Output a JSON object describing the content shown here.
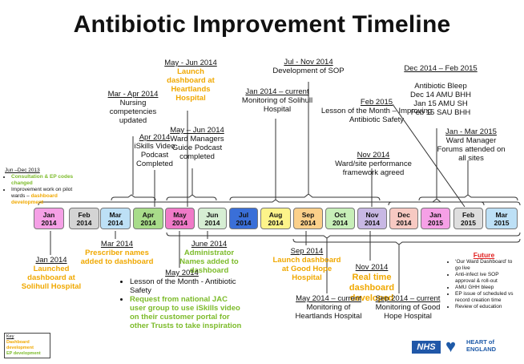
{
  "title": "Antibiotic Improvement Timeline",
  "months": [
    {
      "label": "Jan\n2014",
      "color": "#f5a0e6"
    },
    {
      "label": "Feb\n2014",
      "color": "#d4d4d4"
    },
    {
      "label": "Mar\n2014",
      "color": "#bde0f6"
    },
    {
      "label": "Apr\n2014",
      "color": "#a8dc8a"
    },
    {
      "label": "May\n2014",
      "color": "#f07ac8"
    },
    {
      "label": "Jun\n2014",
      "color": "#d6eed3"
    },
    {
      "label": "Jul\n2014",
      "color": "#3a6fd8"
    },
    {
      "label": "Aug\n2014",
      "color": "#fdf48a"
    },
    {
      "label": "Sep\n2014",
      "color": "#fbd08a"
    },
    {
      "label": "Oct\n2014",
      "color": "#c7efb8"
    },
    {
      "label": "Nov\n2014",
      "color": "#c8b8e4"
    },
    {
      "label": "Dec\n2014",
      "color": "#f7c9c2"
    },
    {
      "label": "Jan\n2015",
      "color": "#f5a0e6"
    },
    {
      "label": "Feb\n2015",
      "color": "#dedede"
    },
    {
      "label": "Mar\n2015",
      "color": "#bde0f6"
    }
  ],
  "above": {
    "may_jun_dash": {
      "date": "May - Jun 2014",
      "text": "Launch dashboard at Heartlands Hospital"
    },
    "mar_apr": {
      "date": "Mar - Apr 2014",
      "text": "Nursing competencies updated"
    },
    "apr_iskills": {
      "date": "Apr 2014",
      "text": "iSkills Video Podcast Completed"
    },
    "may_jun_ward": {
      "date": "May – Jun 2014",
      "text": "Ward Managers Guide Podcast completed"
    },
    "jul_nov": {
      "date": "Jul - Nov 2014",
      "text": "Development of SOP"
    },
    "jan_current": {
      "date": "Jan 2014 – current",
      "text": "Monitoring of Solihull Hospital"
    },
    "bleep": {
      "date": "Dec 2014 – Feb 2015",
      "text": "Antibiotic Bleep\nDec 14 AMU BHH\nJan 15 AMU SH\nFeb 15 SAU BHH"
    },
    "feb2015": {
      "date": "Feb 2015",
      "text": "Lesson of the Month – Improving Antibiotic Safety"
    },
    "nov_ward": {
      "date": "Nov 2014",
      "text": "Ward/site performance framework agreed"
    },
    "jan_mar": {
      "date": "Jan - Mar 2015",
      "text": "Ward Manager Forums attended on all sites"
    },
    "jun_dec_2013": {
      "date": "Jun –Dec 2013",
      "b1": "Consultation & EP codes changed",
      "b2a": "Improvement work on pilot wards – ",
      "b2b": "dashboard development"
    }
  },
  "below": {
    "jan2014": {
      "date": "Jan 2014",
      "text": "Launched dashboard at Solihull Hospital"
    },
    "mar2014": {
      "date": "Mar 2014",
      "text": "Prescriber names added to dashboard"
    },
    "june2014": {
      "date": "June 2014",
      "text": "Administrator Names added to dashboard"
    },
    "may2014": {
      "date": "May 2014",
      "b1": "Lesson of the Month - Antibiotic Safety",
      "b2": "Request from national JAC user group to use iSkills video on their customer portal for other Trusts to take inspiration"
    },
    "sep2014": {
      "date": "Sep 2014",
      "text": "Launch dashboard at Good Hope Hospital"
    },
    "nov2014": {
      "date": "Nov 2014",
      "text": "Real time dashboard developed"
    },
    "may_current": {
      "date": "May 2014 – current",
      "text": "Monitoring of Heartlands Hospital"
    },
    "sep_current": {
      "date": "Sep 2014 – current",
      "text": "Monitoring of Good Hope Hospital"
    }
  },
  "future": {
    "heading": "Future",
    "items": [
      "‘Our Ward Dashboard’ to go live",
      "Anti-infect ive SOP approval & roll-out",
      "AMU GHH bleep",
      "EP issue of scheduled vs record creation time",
      "Review of education"
    ]
  },
  "key": {
    "title": "Key",
    "line1": "Dashboard development",
    "line2": "EP development"
  },
  "logos": {
    "nhs": "NHS",
    "heart1": "HEART of",
    "heart2": "ENGLAND"
  }
}
